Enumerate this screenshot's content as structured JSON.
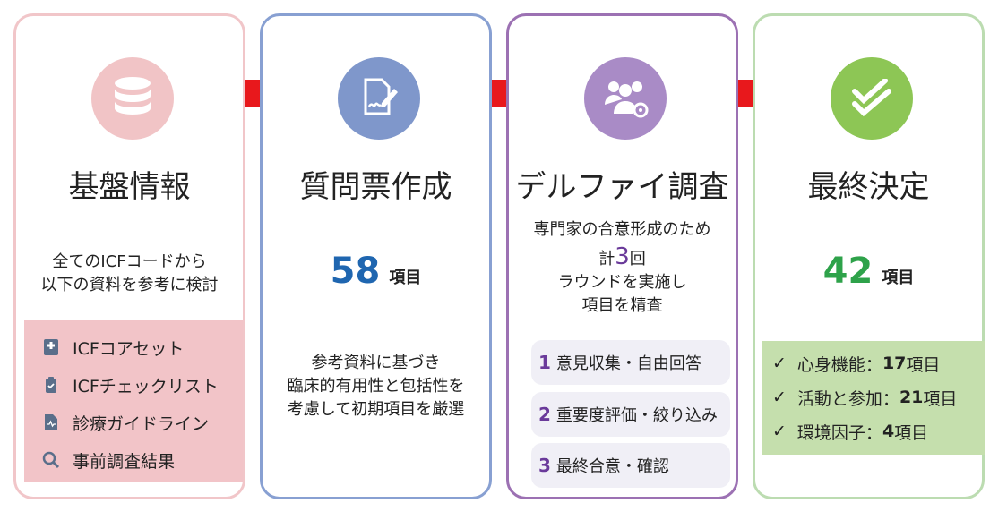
{
  "steps": [
    {
      "title": "基盤情報",
      "desc": [
        "全てのICFコードから",
        "以下の資料を参考に検討"
      ],
      "sources": [
        {
          "icon": "medical-book-icon",
          "label": "ICFコアセット"
        },
        {
          "icon": "clipboard-check-icon",
          "label": "ICFチェックリスト"
        },
        {
          "icon": "medical-file-icon",
          "label": "診療ガイドライン"
        },
        {
          "icon": "search-icon",
          "label": "事前調査結果"
        }
      ]
    },
    {
      "title": "質問票作成",
      "count": "58",
      "unit": "項目",
      "desc": [
        "参考資料に基づき",
        "臨床的有用性と包括性を",
        "考慮して初期項目を厳選"
      ]
    },
    {
      "title": "デルファイ調査",
      "desc1": "専門家の合意形成のため",
      "desc2_pre": "計",
      "desc2_num": "3",
      "desc2_post": "回",
      "desc3": "ラウンドを実施し",
      "desc4": "項目を精査",
      "rounds": [
        {
          "num": "1",
          "label": "意見収集・自由回答"
        },
        {
          "num": "2",
          "label": "重要度評価・絞り込み"
        },
        {
          "num": "3",
          "label": "最終合意・確認"
        }
      ]
    },
    {
      "title": "最終決定",
      "count": "42",
      "unit": "項目",
      "results": [
        {
          "check": "✓",
          "label": "心身機能：",
          "num": "17",
          "unit": "項目"
        },
        {
          "check": "✓",
          "label": "活動と参加：",
          "num": "21",
          "unit": "項目"
        },
        {
          "check": "✓",
          "label": "環境因子：",
          "num": "4",
          "unit": "項目"
        }
      ]
    }
  ],
  "colors": {
    "arrow": "#e8181c",
    "blue_count": "#1f66b0",
    "green_count": "#2ea24a",
    "purple": "#6a3a9a"
  }
}
